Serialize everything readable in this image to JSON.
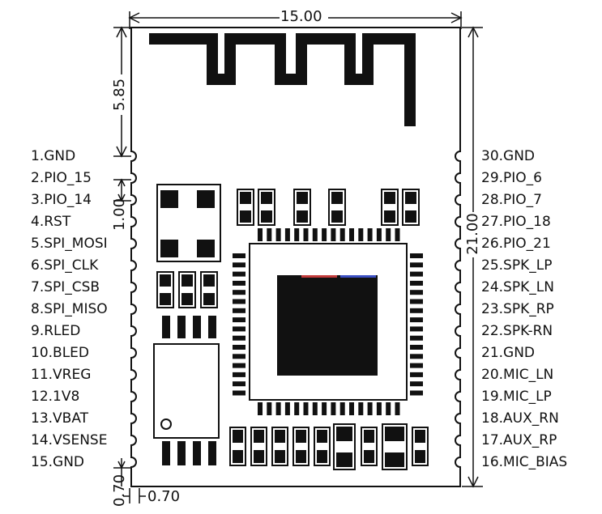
{
  "dimensions": {
    "width": "15.00",
    "height": "21.00",
    "antenna_height": "5.85",
    "pin_pitch": "1.00",
    "edge_bottom": "0.70",
    "edge_left": "0.70"
  },
  "pins_left": [
    "1.GND",
    "2.PIO_15",
    "3.PIO_14",
    "4.RST",
    "5.SPI_MOSI",
    "6.SPI_CLK",
    "7.SPI_CSB",
    "8.SPI_MISO",
    "9.RLED",
    "10.BLED",
    "11.VREG",
    "12.1V8",
    "13.VBAT",
    "14.VSENSE",
    "15.GND"
  ],
  "pins_right": [
    "30.GND",
    "29.PIO_6",
    "28.PIO_7",
    "27.PIO_18",
    "26.PIO_21",
    "25.SPK_LP",
    "24.SPK_LN",
    "23.SPK_RP",
    "22.SPK-RN",
    "21.GND",
    "20.MIC_LN",
    "19.MIC_LP",
    "18.AUX_RN",
    "17.AUX_RP",
    "16.MIC_BIAS"
  ],
  "colors": {
    "ink": "#111111",
    "board": "#ffffff",
    "accent_red": "#c23b3b",
    "accent_blue": "#3b4fc2"
  }
}
